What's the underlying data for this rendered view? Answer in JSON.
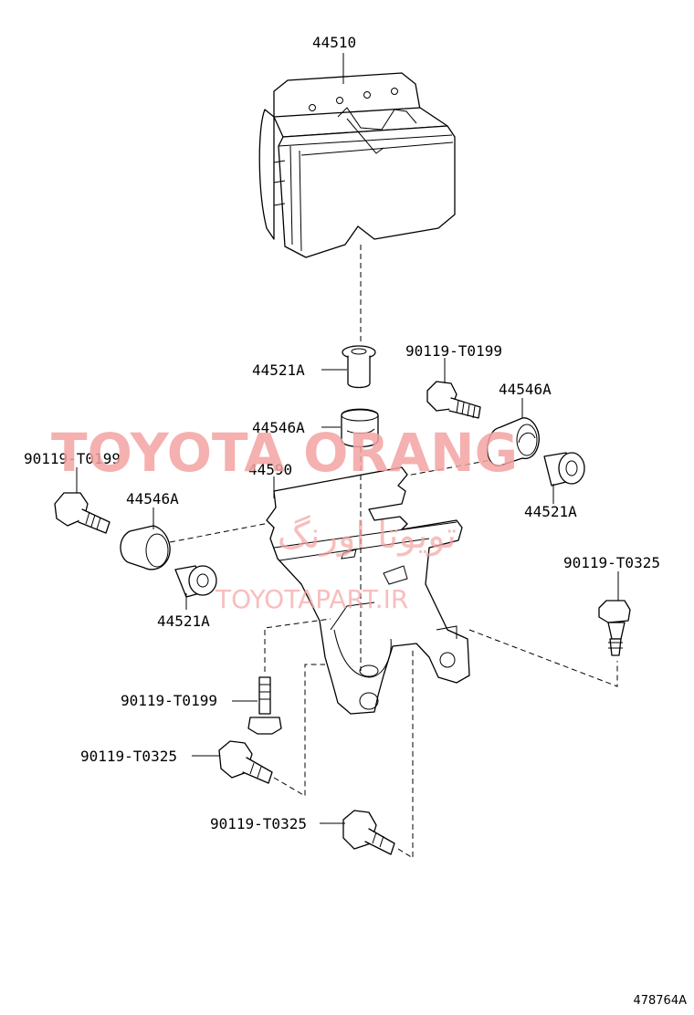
{
  "diagram": {
    "part_labels": {
      "abs_actuator": "44510",
      "grommet_top": "44521A",
      "cushion_top": "44546A",
      "bolt_upper_right": "90119-T0199",
      "cushion_right": "44546A",
      "grommet_right": "44521A",
      "bolt_left": "90119-T0199",
      "bracket": "44590",
      "cushion_left": "44546A",
      "grommet_left": "44521A",
      "bolt_far_right": "90119-T0325",
      "bolt_lower_vertical": "90119-T0199",
      "bolt_lower_1": "90119-T0325",
      "bolt_lower_2": "90119-T0325"
    },
    "figure_id": "478764A"
  },
  "watermark": {
    "brand": "TOYOTA ORANG",
    "persian": "تویوتا اورنگ",
    "site": "TOYOTAPART.IR"
  }
}
